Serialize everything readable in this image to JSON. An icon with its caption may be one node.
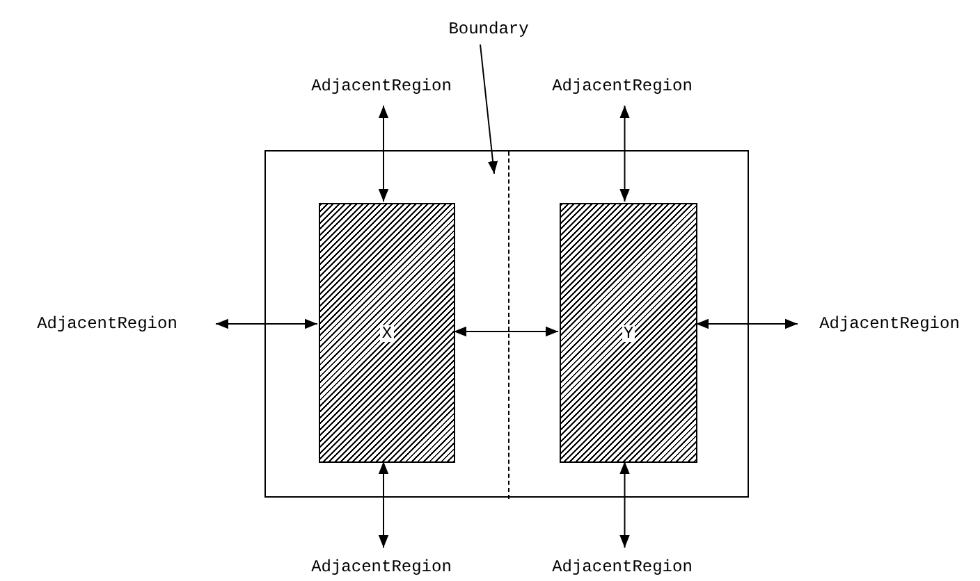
{
  "diagram": {
    "nodes": [
      {
        "text": [],
        "shape": "box"
      },
      {
        "text": [],
        "shape": "line",
        "in": 0
      },
      {
        "text": [
          "X"
        ],
        "in": 0
      },
      {
        "text": [
          "Y"
        ],
        "in": 0
      },
      {
        "text": [
          "Boundary"
        ]
      },
      {
        "text": [
          "AdjacentRegion"
        ]
      },
      {
        "text": [
          "AdjacentRegion"
        ]
      },
      {
        "text": [
          "AdjacentRegion"
        ]
      },
      {
        "text": [
          "AdjacentRegion"
        ]
      },
      {
        "text": [
          "AdjacentRegion"
        ]
      },
      {
        "text": [
          "AdjacentRegion"
        ]
      }
    ],
    "edges": [
      {
        "from": 4,
        "to": 1,
        "arrow": "to"
      },
      {
        "from": 5,
        "to": 2,
        "arrow": "both"
      },
      {
        "from": 6,
        "to": 3,
        "arrow": "both"
      },
      {
        "from": 7,
        "to": 2,
        "arrow": "both"
      },
      {
        "from": 2,
        "to": 3,
        "arrow": "both"
      },
      {
        "from": 3,
        "to": 8,
        "arrow": "both"
      },
      {
        "from": 2,
        "to": 9,
        "arrow": "both"
      },
      {
        "from": 3,
        "to": 10,
        "arrow": "both"
      }
    ]
  }
}
